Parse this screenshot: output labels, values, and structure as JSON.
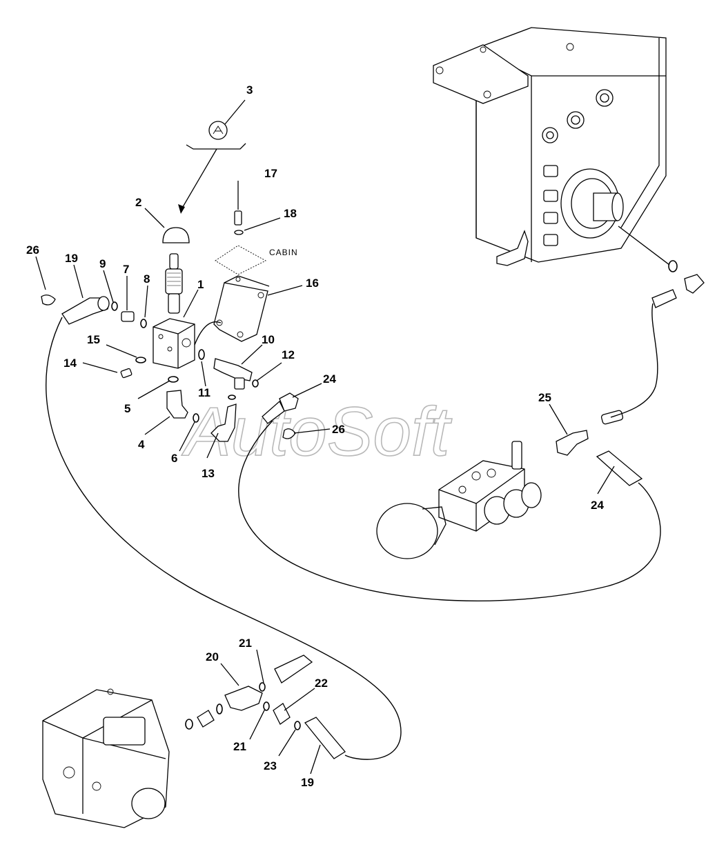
{
  "watermark": {
    "text": "AutoSoft"
  },
  "labels": {
    "cabin": "CABIN"
  },
  "callouts": [
    {
      "id": "c1",
      "text": "1"
    },
    {
      "id": "c2",
      "text": "2"
    },
    {
      "id": "c3",
      "text": "3"
    },
    {
      "id": "c4",
      "text": "4"
    },
    {
      "id": "c5",
      "text": "5"
    },
    {
      "id": "c6",
      "text": "6"
    },
    {
      "id": "c7",
      "text": "7"
    },
    {
      "id": "c8",
      "text": "8"
    },
    {
      "id": "c9",
      "text": "9"
    },
    {
      "id": "c10",
      "text": "10"
    },
    {
      "id": "c11",
      "text": "11"
    },
    {
      "id": "c12",
      "text": "12"
    },
    {
      "id": "c13",
      "text": "13"
    },
    {
      "id": "c14",
      "text": "14"
    },
    {
      "id": "c15",
      "text": "15"
    },
    {
      "id": "c16",
      "text": "16"
    },
    {
      "id": "c17",
      "text": "17"
    },
    {
      "id": "c18",
      "text": "18"
    },
    {
      "id": "c19a",
      "text": "19"
    },
    {
      "id": "c19b",
      "text": "19"
    },
    {
      "id": "c20",
      "text": "20"
    },
    {
      "id": "c21a",
      "text": "21"
    },
    {
      "id": "c21b",
      "text": "21"
    },
    {
      "id": "c22",
      "text": "22"
    },
    {
      "id": "c23",
      "text": "23"
    },
    {
      "id": "c24a",
      "text": "24"
    },
    {
      "id": "c24b",
      "text": "24"
    },
    {
      "id": "c25",
      "text": "25"
    },
    {
      "id": "c26a",
      "text": "26"
    },
    {
      "id": "c26b",
      "text": "26"
    }
  ]
}
